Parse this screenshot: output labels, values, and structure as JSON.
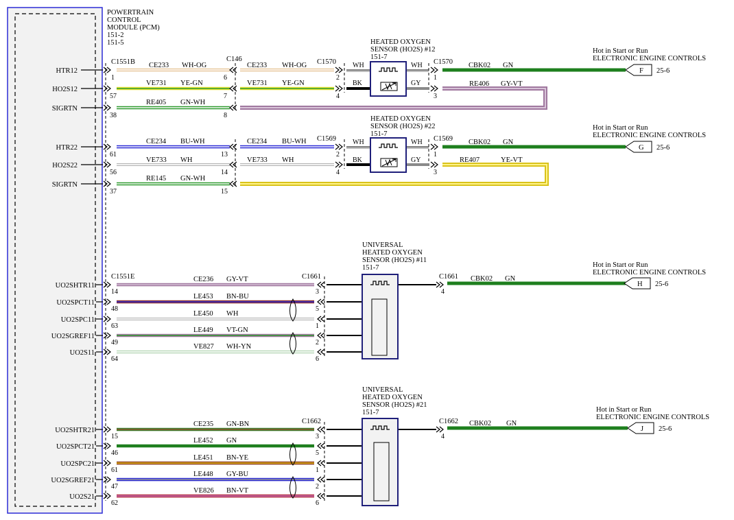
{
  "pcm": {
    "title_lines": [
      "POWERTRAIN",
      "CONTROL",
      "MODULE (PCM)",
      "151-2",
      "151-5"
    ],
    "pins": [
      "HTR12",
      "HO2S12",
      "SIGRTN",
      "HTR22",
      "HO2S22",
      "SIGRTN",
      "UO2SHTR11",
      "UO2SPCT11",
      "UO2SPC11",
      "UO2SGREF11",
      "UO2S11",
      "UO2SHTR21",
      "UO2SPCT21",
      "UO2SPC21",
      "UO2SGREF21",
      "UO2S21"
    ]
  },
  "connectors": {
    "c1551b": "C1551B",
    "c146": "C146",
    "c1570_a": "C1570",
    "c1570_b": "C1570",
    "c1569_a": "C1569",
    "c1569_b": "C1569",
    "c1551e": "C1551E",
    "c1661_a": "C1661",
    "c1661_b": "C1661",
    "c1662_a": "C1662",
    "c1662_b": "C1662"
  },
  "sensors": {
    "ho2s12": [
      "HEATED OXYGEN",
      "SENSOR (HO2S) #12",
      "151-7"
    ],
    "ho2s22": [
      "HEATED OXYGEN",
      "SENSOR (HO2S) #22",
      "151-7"
    ],
    "uho2s11": [
      "UNIVERSAL",
      "HEATED OXYGEN",
      "SENSOR (HO2S) #11",
      "151-7"
    ],
    "uho2s21": [
      "UNIVERSAL",
      "HEATED OXYGEN",
      "SENSOR (HO2S) #21",
      "151-7"
    ]
  },
  "power": {
    "line1": "Hot in Start or Run",
    "line2": "ELECTRONIC ENGINE CONTROLS",
    "page_ref": "25-6",
    "flags": [
      "F",
      "G",
      "H",
      "J"
    ]
  },
  "wires": {
    "w1": {
      "circuit": "CE233",
      "color": "WH-OG"
    },
    "w1b": {
      "circuit": "CE233",
      "color": "WH-OG"
    },
    "w2": {
      "circuit": "VE731",
      "color": "YE-GN"
    },
    "w2b": {
      "circuit": "VE731",
      "color": "YE-GN"
    },
    "w3": {
      "circuit": "RE405",
      "color": "GN-WH"
    },
    "w4": {
      "circuit": "CE234",
      "color": "BU-WH"
    },
    "w4b": {
      "circuit": "CE234",
      "color": "BU-WH"
    },
    "w5": {
      "circuit": "VE733",
      "color": "WH"
    },
    "w5b": {
      "circuit": "VE733",
      "color": "WH"
    },
    "w6": {
      "circuit": "RE145",
      "color": "GN-WH"
    },
    "w7": {
      "circuit": "CE236",
      "color": "GY-VT"
    },
    "w8": {
      "circuit": "LE453",
      "color": "BN-BU"
    },
    "w9": {
      "circuit": "LE450",
      "color": "WH"
    },
    "w10": {
      "circuit": "LE449",
      "color": "VT-GN"
    },
    "w11": {
      "circuit": "VE827",
      "color": "WH-YN"
    },
    "w12": {
      "circuit": "CE235",
      "color": "GN-BN"
    },
    "w13": {
      "circuit": "LE452",
      "color": "GN"
    },
    "w14": {
      "circuit": "LE451",
      "color": "BN-YE"
    },
    "w15": {
      "circuit": "LE448",
      "color": "GY-BU"
    },
    "w16": {
      "circuit": "VE826",
      "color": "BN-VT"
    },
    "out1": {
      "circuit": "CBK02",
      "color": "GN"
    },
    "out2": {
      "circuit": "CBK02",
      "color": "GN"
    },
    "out3": {
      "circuit": "CBK02",
      "color": "GN"
    },
    "out4": {
      "circuit": "CBK02",
      "color": "GN"
    },
    "ret1": {
      "circuit": "RE406",
      "color": "GY-VT"
    },
    "ret2": {
      "circuit": "RE407",
      "color": "YE-VT"
    }
  },
  "sensor_leads": {
    "wh": "WH",
    "bk": "BK",
    "gy": "GY"
  },
  "pin_numbers": {
    "p1": "1",
    "p57": "57",
    "p38": "38",
    "p6": "6",
    "p7": "7",
    "p8": "8",
    "p2": "2",
    "p4": "4",
    "p3": "3",
    "p61": "61",
    "p56": "56",
    "p37": "37",
    "p13": "13",
    "p14": "14",
    "p15": "15",
    "p48": "48",
    "p63": "63",
    "p49": "49",
    "p64": "64",
    "p5": "5",
    "p46": "46",
    "p47": "47",
    "p62": "62"
  }
}
